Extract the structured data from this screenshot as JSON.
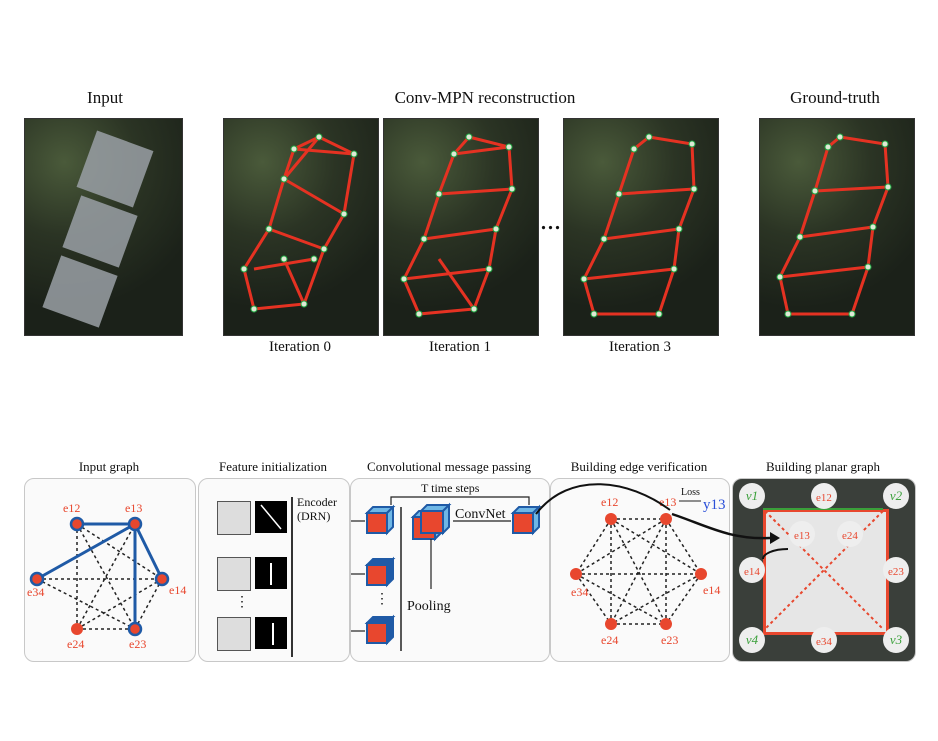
{
  "top_figure": {
    "header_input": "Input",
    "header_reconstruction": "Conv-MPN reconstruction",
    "header_groundtruth": "Ground-truth",
    "ellipsis": "...",
    "iterations": [
      "Iteration 0",
      "Iteration 1",
      "Iteration 3"
    ]
  },
  "bottom_figure": {
    "titles": {
      "input_graph": "Input graph",
      "feature_init": "Feature initialization",
      "message_passing": "Convolutional message passing",
      "edge_verification": "Building edge verification",
      "planar_graph": "Building planar graph"
    },
    "input_graph_nodes": {
      "e12": "e12",
      "e13": "e13",
      "e14": "e14",
      "e34": "e34",
      "e24": "e24",
      "e23": "e23"
    },
    "encoder": "Encoder\n(DRN)",
    "time_steps": "T time steps",
    "convnet": "ConvNet",
    "pooling": "Pooling",
    "vertical_dots": "⋮",
    "loss": "Loss",
    "y13": "y13",
    "planar_vertices": [
      "v1",
      "v2",
      "v3",
      "v4"
    ],
    "planar_edges": [
      "e12",
      "e13",
      "e24",
      "e14",
      "e23",
      "e34"
    ],
    "colors": {
      "red_node": "#e8472e",
      "blue_edge": "#1f5aa6",
      "accent_text": "#e8472e",
      "green_vertex": "#3aa03a",
      "y_label": "#2a4fd8"
    }
  }
}
